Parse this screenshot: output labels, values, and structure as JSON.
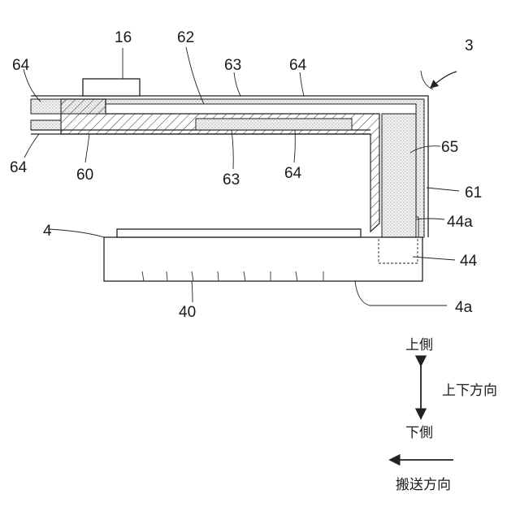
{
  "labels": {
    "ref_16": "16",
    "ref_62": "62",
    "ref_3": "3",
    "ref_64_top_left": "64",
    "ref_63_top": "63",
    "ref_64_top_right": "64",
    "ref_65": "65",
    "ref_61": "61",
    "ref_44a": "44a",
    "ref_44": "44",
    "ref_4a": "4a",
    "ref_4": "4",
    "ref_64_bottom_left": "64",
    "ref_60": "60",
    "ref_63_bottom": "63",
    "ref_64_bottom_right": "64",
    "ref_40": "40"
  },
  "legend": {
    "up_side": "上側",
    "down_side": "下側",
    "vertical_direction": "上下方向",
    "transport_direction": "搬送方向"
  }
}
